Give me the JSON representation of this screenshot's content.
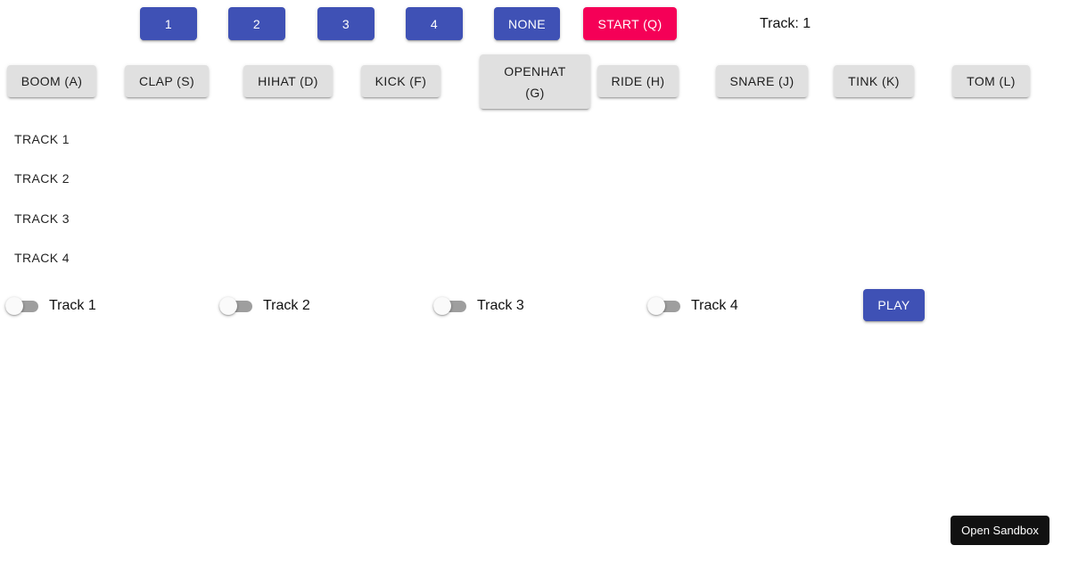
{
  "track_buttons": [
    "1",
    "2",
    "3",
    "4",
    "NONE"
  ],
  "start_button": "START (Q)",
  "track_status": "Track: 1",
  "sounds": [
    "BOOM (A)",
    "CLAP (S)",
    "HIHAT (D)",
    "KICK (F)",
    "OPENHAT (G)",
    "RIDE (H)",
    "SNARE (J)",
    "TINK (K)",
    "TOM (L)"
  ],
  "track_list": [
    "TRACK 1",
    "TRACK 2",
    "TRACK 3",
    "TRACK 4"
  ],
  "toggles": [
    {
      "label": "Track 1",
      "checked": false
    },
    {
      "label": "Track 2",
      "checked": false
    },
    {
      "label": "Track 3",
      "checked": false
    },
    {
      "label": "Track 4",
      "checked": false
    }
  ],
  "play_button": "PLAY",
  "sandbox_button": "Open Sandbox",
  "colors": {
    "primary": "#3f51b5",
    "secondary": "#f50057",
    "default_button": "#e0e0e0"
  }
}
